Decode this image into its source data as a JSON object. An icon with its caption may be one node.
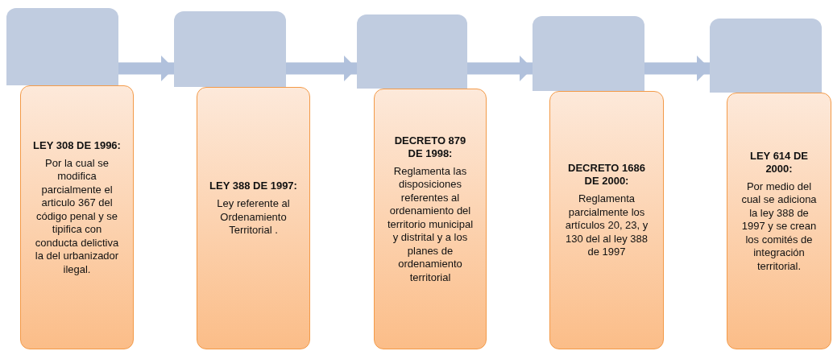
{
  "diagram": {
    "nodes": [
      {
        "text": [],
        "shape": "box"
      },
      {
        "text": [
          "LEY 308 DE 1996:",
          "Por la cual se modifica parcialmente el articulo 367 del código penal y se tipifica con conducta delictiva la del urbanizador ilegal."
        ]
      },
      {
        "text": [],
        "shape": "box"
      },
      {
        "text": [
          "LEY 388 DE 1997:",
          "Ley referente al Ordenamiento Territorial ."
        ]
      },
      {
        "text": [],
        "shape": "box"
      },
      {
        "text": [
          "DECRETO 879 DE 1998:",
          "Reglamenta las disposiciones referentes al ordenamiento del territorio municipal y distrital y a los planes de ordenamiento territorial"
        ]
      },
      {
        "text": [],
        "shape": "box"
      },
      {
        "text": [
          "DECRETO 1686 DE 2000:",
          "Reglamenta parcialmente los artículos 20, 23, y 130 del al ley 388 de 1997"
        ]
      },
      {
        "text": [],
        "shape": "box"
      },
      {
        "text": [
          "LEY 614 DE 2000:",
          "Por medio del cual se adiciona la ley 388 de 1997 y se crean los comités de integración territorial."
        ]
      }
    ],
    "edges": [
      {
        "from": 0,
        "to": 2,
        "arrow": "to"
      },
      {
        "from": 2,
        "to": 4,
        "arrow": "to"
      },
      {
        "from": 4,
        "to": 6,
        "arrow": "to"
      },
      {
        "from": 6,
        "to": 8,
        "arrow": "to"
      }
    ]
  }
}
